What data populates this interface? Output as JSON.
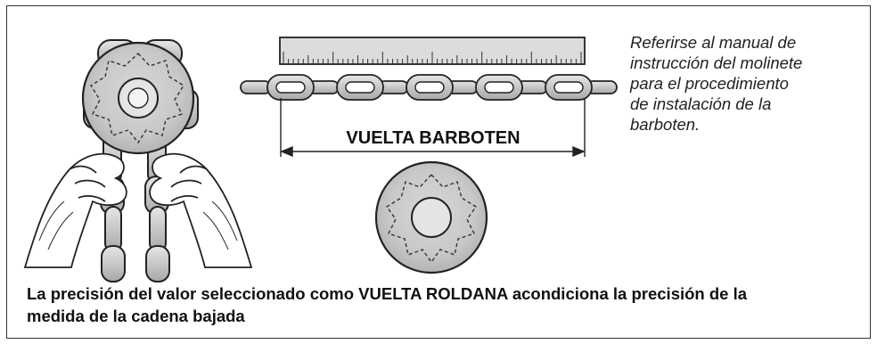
{
  "diagram": {
    "measure_label": "VUELTA BARBOTEN",
    "note_lines": [
      "Referirse al manual de",
      "instrucción del molinete",
      "para el procedimiento",
      "de instalación de la",
      "barboten."
    ],
    "caption_lines": [
      "La precisión del valor seleccionado como VUELTA ROLDANA acondiciona la precisión de la",
      "medida de la cadena bajada"
    ]
  }
}
